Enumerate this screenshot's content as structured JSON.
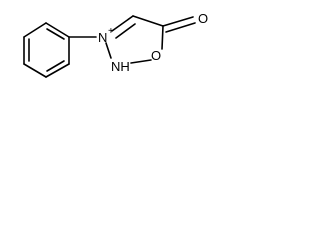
{
  "atoms": {
    "carbonyl_oxygen": "O",
    "ring_oxygen": "O",
    "cationic_nitrogen": "N",
    "nitrogen_charge": "+",
    "nh_group": "NH"
  }
}
